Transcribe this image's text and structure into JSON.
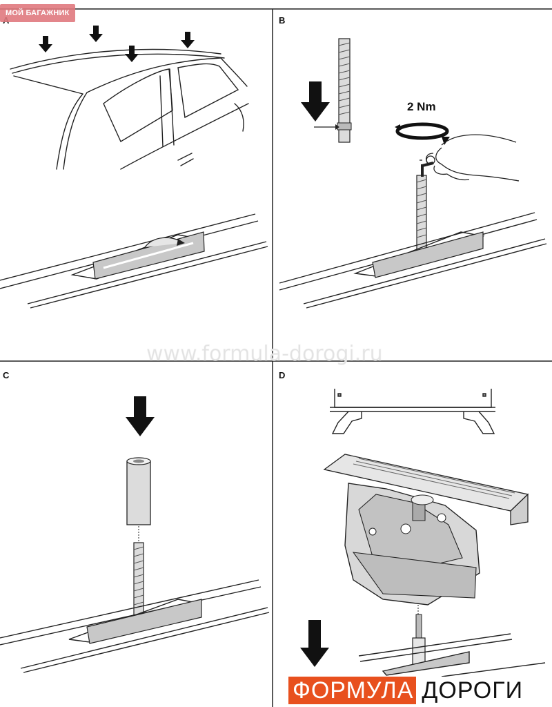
{
  "badge": "МОЙ БАГАЖНИК",
  "panels": {
    "a": "A",
    "b": "B",
    "c": "C",
    "d": "D"
  },
  "torque_label": "2 Nm",
  "watermark": "www.formula-dorogi.ru",
  "logo": {
    "part1": "ФОРМУЛА",
    "part2": "ДОРОГИ"
  },
  "colors": {
    "logo_accent": "#e8501e",
    "badge_bg": "#e07a7f",
    "ink": "#111111"
  }
}
